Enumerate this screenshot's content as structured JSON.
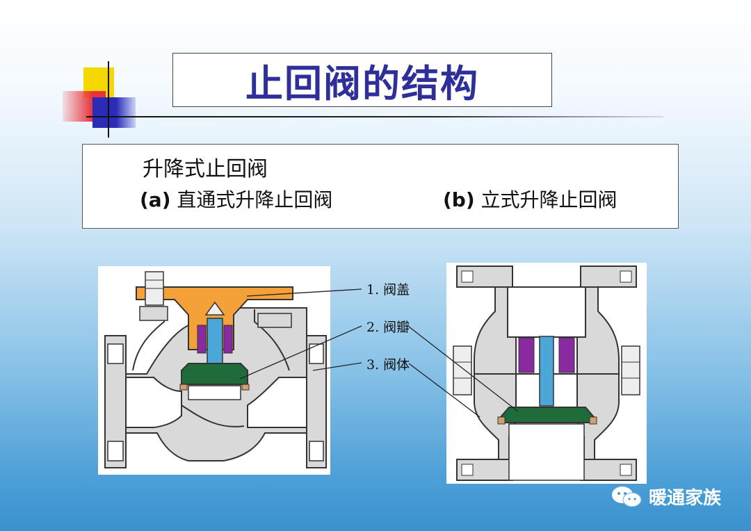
{
  "title": "止回阀的结构",
  "subtitle": {
    "heading": "升降式止回阀",
    "item_a_tag": "(a)",
    "item_a_text": "直通式升降止回阀",
    "item_b_tag": "(b)",
    "item_b_text": "立式升降止回阀"
  },
  "labels": {
    "bonnet": "1. 阀盖",
    "disc": "2. 阀瓣",
    "body": "3. 阀体"
  },
  "watermark": {
    "text": "暖通家族",
    "icon": "wechat-icon"
  },
  "colors": {
    "title": "#2f2f9a",
    "bonnet": "#f5a13a",
    "disc": "#1f6b3a",
    "body": "#d9d9d9",
    "stem": "#4aa7d8",
    "packing": "#8a2aa0"
  }
}
